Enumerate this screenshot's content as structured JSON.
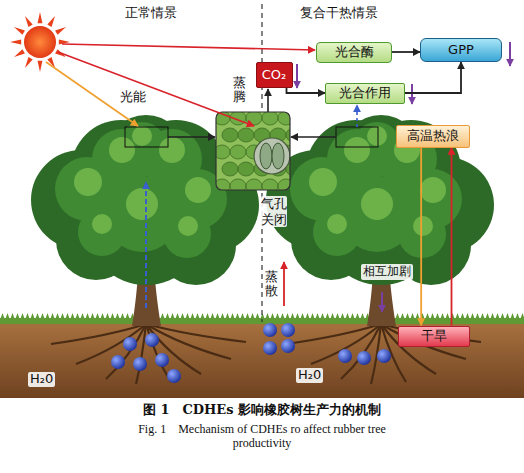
{
  "diagram": {
    "caption": "图 1　CDHEs 影响橡胶树生产力的机制",
    "nodes": [
      {
        "text": [
          "CO₂"
        ]
      },
      {
        "text": [
          "光合酶"
        ]
      },
      {
        "text": [
          "GPP"
        ]
      },
      {
        "text": [
          "光合作用"
        ]
      },
      {
        "text": [
          "高温热浪"
        ]
      },
      {
        "text": [
          "干旱"
        ]
      }
    ],
    "edges": [
      {
        "from": 1,
        "to": 2,
        "arrow": "to"
      },
      {
        "from": 3,
        "to": 2,
        "arrow": "to"
      },
      {
        "from": 0,
        "to": 3,
        "arrow": "to"
      },
      {
        "from": 4,
        "to": 5,
        "arrow": "to",
        "label": "相互加剧"
      },
      {
        "from": 5,
        "to": 4,
        "arrow": "to"
      }
    ],
    "labels": [
      "正常情景",
      "复合干热情景",
      "光能",
      "蒸腾",
      "气孔关闭",
      "蒸散",
      "H₂0",
      "H₂0",
      "Fig. 1　Mechanism of CDHEs ro affect rubber tree productivity"
    ]
  }
}
